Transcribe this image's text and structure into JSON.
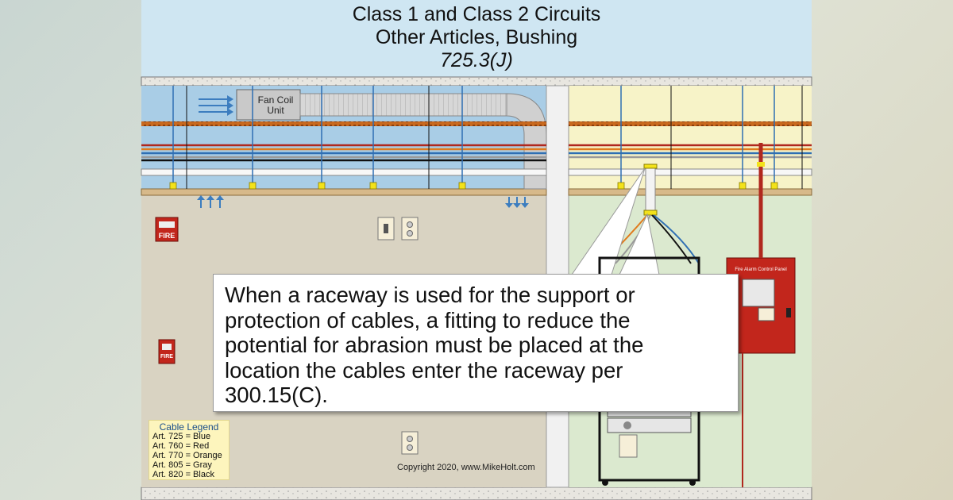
{
  "title": {
    "line1": "Class 1 and Class 2 Circuits",
    "line2": "Other Articles, Bushing",
    "reference": "725.3(J)"
  },
  "callout": {
    "text": "When a raceway is used for the support or protection of cables, a fitting to reduce the potential for abrasion must be placed at the location the cables enter the raceway per 300.15(C)."
  },
  "fan_coil": {
    "label_line1": "Fan Coil",
    "label_line2": "Unit"
  },
  "fire_pull_station": {
    "label": "FIRE"
  },
  "fire_strobe": {
    "label": "FIRE"
  },
  "fire_alarm_panel": {
    "title": "Fire Alarm Control Panel"
  },
  "legend": {
    "title": "Cable Legend",
    "items": [
      "Art. 725 = Blue",
      "Art. 760 = Red",
      "Art. 770 = Orange",
      "Art. 805 = Gray",
      "Art. 820 = Black"
    ]
  },
  "copyright": "Copyright 2020, www.MikeHolt.com",
  "colors": {
    "art725": "#2f6fb3",
    "art760": "#b0281e",
    "art770": "#e07a1c",
    "art805": "#9a9a9a",
    "art820": "#111111",
    "bushing": "#f3e21a",
    "sky": "#cfe6f2",
    "left_wall": "#d9d3c2",
    "right_wall": "#dbe9cf"
  }
}
